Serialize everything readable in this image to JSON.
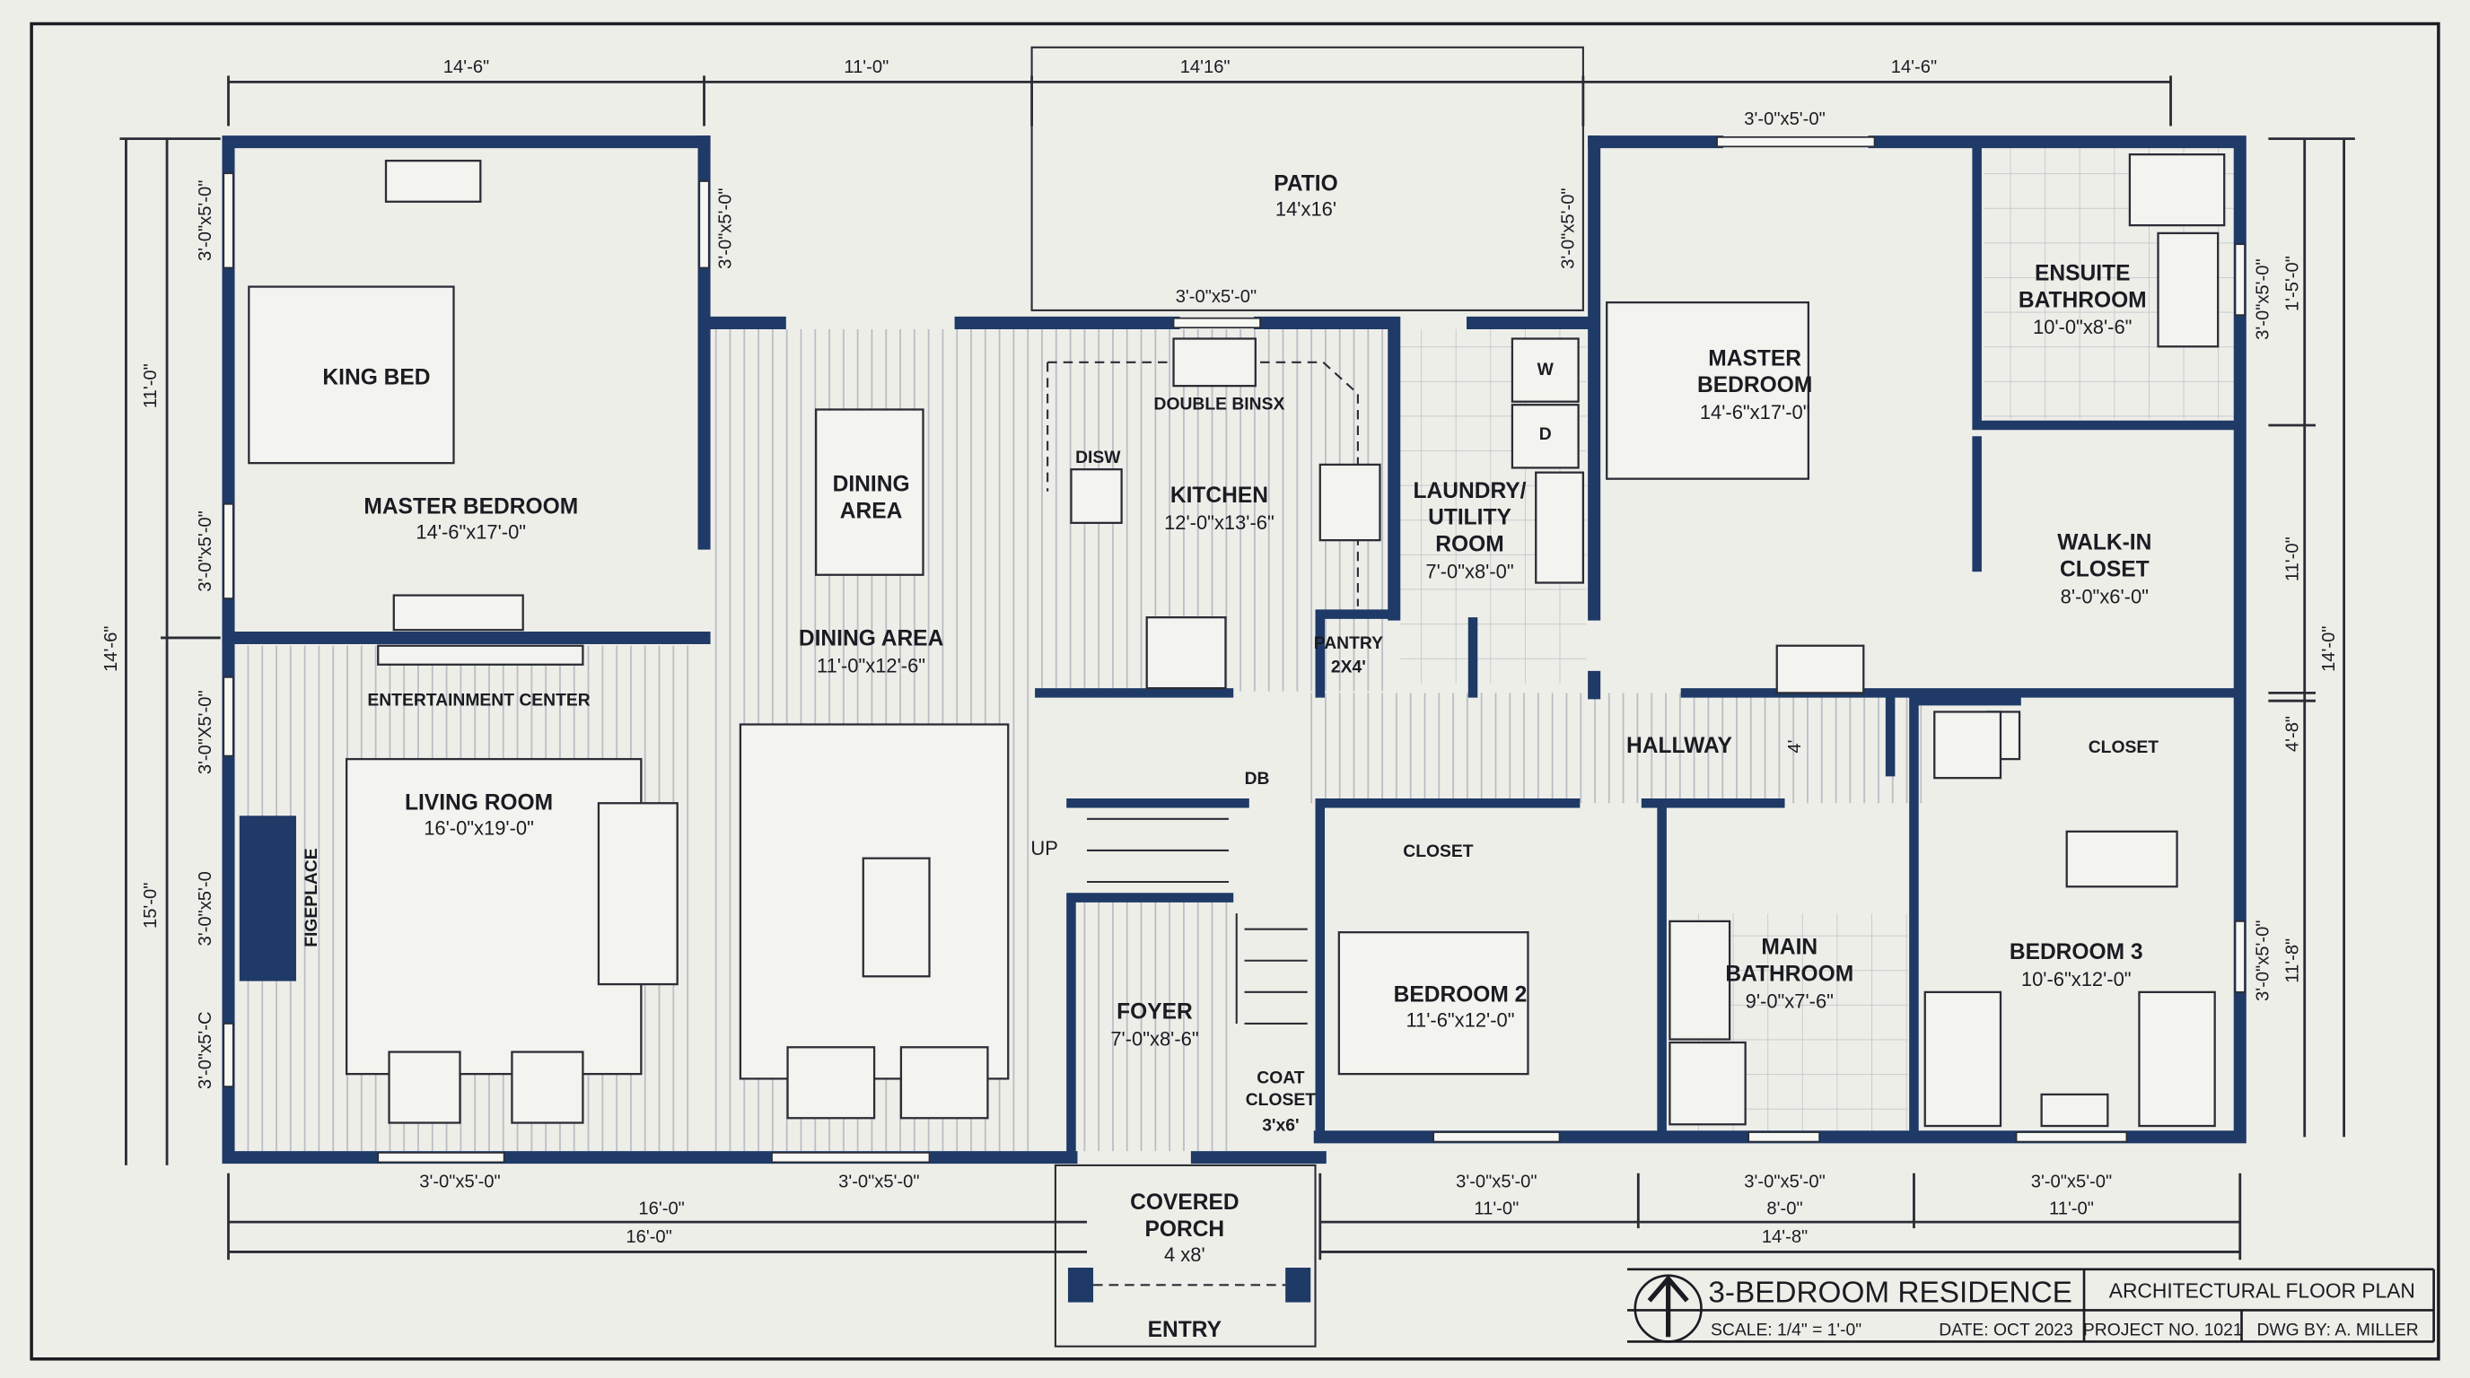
{
  "title_block": {
    "title": "3-BEDROOM RESIDENCE",
    "subtitle": "ARCHITECTURAL FLOOR PLAN",
    "scale": "SCALE: 1/4\" = 1'-0\"",
    "date": "DATE: OCT 2023",
    "project": "PROJECT NO. 1021",
    "drawn_by": "DWG BY: A. MILLER",
    "north_icon": "north-arrow"
  },
  "colors": {
    "wall": "#1f3a66",
    "paper": "#eeeee9",
    "ink": "#1a1c22"
  },
  "dimensions": {
    "top": [
      "14'-6\"",
      "11'-0\"",
      "14'16\"",
      "14'-6\""
    ],
    "left": {
      "overall": "14'-6\"",
      "upper": "11'-0\"",
      "lower": "15'-0\""
    },
    "right": {
      "upper": "1'-5'-0\"",
      "middle": "11'-0\"",
      "hall": "4'-8\"",
      "overall": "14'-0\"",
      "lower": "11'-8\""
    },
    "bottom": {
      "left_1": "16'-0\"",
      "left_2": "16'-0\"",
      "bedroom2": "11'-0\"",
      "main_bath": "8'-0\"",
      "bedroom3": "11'-0\"",
      "right_overall": "14'-8\""
    },
    "hall_width": "4'"
  },
  "windows": {
    "top_right": "3'-0\"x5'-0\"",
    "kitchen": "3'-0\"x5'-0\"",
    "master_left_right_wall": "3'-0\"x5'-0\"",
    "master_right_left_wall": "3'-0\"x5'-0\"",
    "left_1": "3'-0\"x5'-0\"",
    "left_2": "3'-0\"x5'-0\"",
    "left_3": "3'-0\"X5'-0\"",
    "left_4": "3'-0\"x5'-0",
    "left_5": "3'-0\"x5'-C",
    "right_1": "3'-0\"x5'-0\"",
    "right_2": "3'-0\"x5'-0\"",
    "bottom_1": "3'-0\"x5'-0\"",
    "bottom_2": "3'-0\"x5'-0\"",
    "bottom_3": "3'-0\"x5'-0\"",
    "bottom_4": "3'-0\"x5'-0\"",
    "bottom_5": "3'-0\"x5'-0\""
  },
  "rooms": {
    "king_bed": "KING BED",
    "master_bedroom_1": {
      "name": "MASTER BEDROOM",
      "size": "14'-6\"x17'-0\""
    },
    "entertainment_center": "ENTERTAINMENT CENTER",
    "living_room": {
      "name": "LIVING ROOM",
      "size": "16'-0\"x19'-0\""
    },
    "fireplace": "FIGEPLACE",
    "dining_table": {
      "line1": "DINING",
      "line2": "AREA"
    },
    "dining_area": {
      "name": "DINING AREA",
      "size": "11'-0\"x12'-6\""
    },
    "patio": {
      "name": "PATIO",
      "size": "14'x16'"
    },
    "double_sink": "DOUBLE BINSX",
    "dishwasher": "DISW",
    "kitchen": {
      "name": "KITCHEN",
      "size": "12'-0\"x13'-6\""
    },
    "laundry": {
      "line1": "LAUNDRY/",
      "line2": "UTILITY",
      "line3": "ROOM",
      "size": "7'-0\"x8'-0\""
    },
    "washer": "W",
    "dryer": "D",
    "pantry": {
      "name": "PANTRY",
      "size": "2X4'"
    },
    "master_bedroom_2": {
      "line1": "MASTER",
      "line2": "BEDROOM",
      "size": "14'-6\"x17'-0\""
    },
    "ensuite": {
      "line1": "ENSUITE",
      "line2": "BATHROOM",
      "size": "10'-0\"x8'-6\""
    },
    "walk_in": {
      "line1": "WALK-IN",
      "line2": "CLOSET",
      "size": "8'-0\"x6'-0\""
    },
    "hallway": "HALLWAY",
    "closet_bed3": "CLOSET",
    "stairs_up": "UP",
    "db": "DB",
    "closet_bed2": "CLOSET",
    "foyer": {
      "name": "FOYER",
      "size": "7'-0\"x8'-6\""
    },
    "coat_closet": {
      "line1": "COAT",
      "line2": "CLOSET",
      "size": "3'x6'"
    },
    "bedroom_2": {
      "name": "BEDROOM 2",
      "size": "11'-6\"x12'-0\""
    },
    "main_bathroom": {
      "line1": "MAIN",
      "line2": "BATHROOM",
      "size": "9'-0\"x7'-6\""
    },
    "bedroom_3": {
      "name": "BEDROOM 3",
      "size": "10'-6\"x12'-0\""
    },
    "covered_porch": {
      "line1": "COVERED",
      "line2": "PORCH",
      "size": "4 x8'"
    },
    "entry": "ENTRY"
  }
}
